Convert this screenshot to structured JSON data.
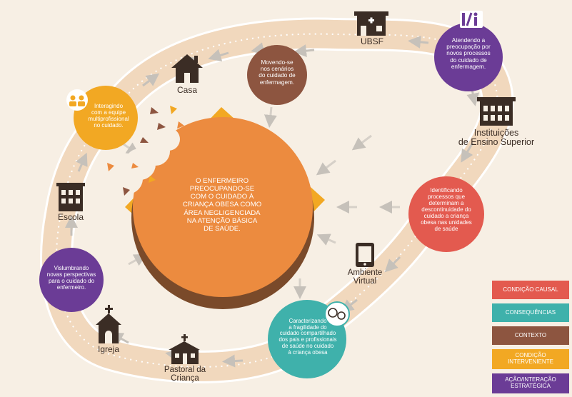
{
  "colors": {
    "background": "#f7efe4",
    "path": "#f1d8bd",
    "path_border": "#ffffff",
    "arrow": "#c6c1ba",
    "central": "#ec8b3f",
    "central_shadow": "#7a4a2a",
    "diamond": "#f2a823",
    "red": "#e35a4f",
    "teal": "#3fb1ab",
    "brown": "#8d5540",
    "yellow": "#f2a823",
    "purple": "#6b3c96",
    "icon": "#3b2d25"
  },
  "central": {
    "text": "O ENFERMEIRO\nPREOCUPANDO-SE\nCOM O CUIDADO À\nCRIANÇA OBESA COMO\nÁREA NEGLIGENCIADA\nNA ATENÇÃO BÁSICA\nDE SAÚDE."
  },
  "circles": {
    "moving": {
      "text": "Movendo-se\nnos cenários\ndo cuidado de\nenfermagem.",
      "category": "brown"
    },
    "attending": {
      "text": "Atendendo a\npreocupação por\nnovos processos\ndo cuidado de\nenfermagem.",
      "category": "purple"
    },
    "interacting": {
      "text": "Interagindo\ncom a equipe\nmultiprofissional\nno cuidado.",
      "category": "yellow"
    },
    "identifying": {
      "text": "Identificando\nprocessos que\ndeterminam a\ndescontinuidade do\ncuidado a criança\nobesa nas unidades\nde saúde",
      "category": "red"
    },
    "glimpsing": {
      "text": "Vislumbrando\nnovas perspectivas\npara o cuidado do\nenfermeiro.",
      "category": "purple"
    },
    "characterizing": {
      "text": "Caracterizando\na fragilidade do\ncuidado compartilhado\ndos pais e profissionais\nde saúde no cuidado\nà criança obesa",
      "category": "teal"
    }
  },
  "places": {
    "ubsf": "UBSF",
    "casa": "Casa",
    "instituicoes": "Instituições\nde Ensino Superior",
    "escola": "Escola",
    "ambiente": "Ambiente\nVirtual",
    "igreja": "Igreja",
    "pastoral": "Pastoral da\nCriança"
  },
  "legend": [
    {
      "label": "CONDIÇÃO CAUSAL",
      "color": "#e35a4f"
    },
    {
      "label": "CONSEQUÊNCIAS",
      "color": "#3fb1ab"
    },
    {
      "label": "CONTEXTO",
      "color": "#8d5540"
    },
    {
      "label": "CONDIÇÃO\nINTERVENIENTE",
      "color": "#f2a823"
    },
    {
      "label": "AÇÃO/INTERAÇÃO\nESTRATÉGICA",
      "color": "#6b3c96"
    }
  ],
  "icons": {
    "casa": "house-icon",
    "ubsf": "clinic-icon",
    "instituicoes": "university-building-icon",
    "escola": "school-building-icon",
    "ambiente": "tablet-icon",
    "igreja": "church-icon",
    "pastoral": "community-building-icon",
    "team": "team-people-icon",
    "info": "information-icon",
    "faces": "parent-child-faces-icon"
  }
}
